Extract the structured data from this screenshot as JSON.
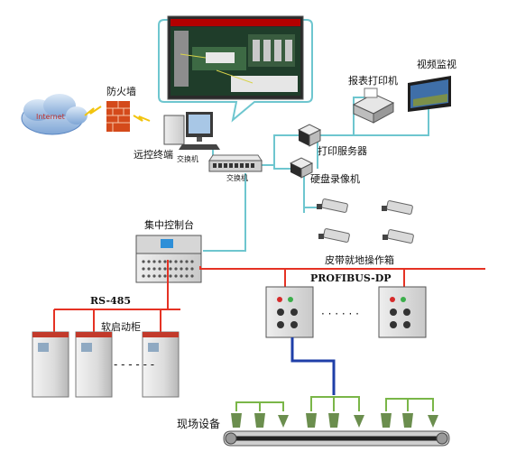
{
  "labels": {
    "firewall": "防火墙",
    "internet": "Internet",
    "remote_terminal": "远控终端",
    "switch_top": "交换机",
    "switch_bottom": "交换机",
    "report_printer": "报表打印机",
    "video_monitor": "视频监视",
    "print_server": "打印服务器",
    "hard_disk_recorder": "硬盘录像机",
    "central_console": "集中控制台",
    "belt_local_box": "皮带就地操作箱",
    "profibus": "PROFIBUS-DP",
    "rs485": "RS-485",
    "soft_start_cabinet": "软启动柜",
    "ellipsis_boxes": "· · · · · ·",
    "ellipsis_cabinets": "- - - - - -",
    "field_equipment": "现场设备"
  },
  "colors": {
    "ethernet": "#6ec6cf",
    "rs485": "#e53224",
    "profibus": "#e53224",
    "field_bus": "#1f3fa8",
    "field_branch": "#7ab648"
  },
  "icons": [
    "cloud-icon",
    "firewall-icon",
    "computer-icon",
    "switch-icon",
    "printer-icon",
    "monitor-icon",
    "server-icon",
    "recorder-icon",
    "camera-icon",
    "console-icon",
    "control-box-icon",
    "cabinet-icon",
    "conveyor-icon",
    "field-device-icon"
  ]
}
